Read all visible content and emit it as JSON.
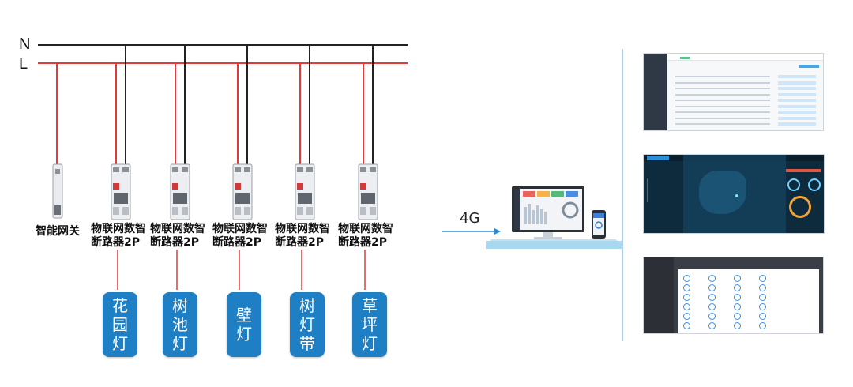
{
  "rails": {
    "n_label": "N",
    "l_label": "L",
    "n_color": "#222222",
    "l_color": "#e03a3a"
  },
  "devices": [
    {
      "label": "智能网关",
      "type": "gateway"
    },
    {
      "label": "物联网数智\n断路器2P",
      "type": "breaker"
    },
    {
      "label": "物联网数智\n断路器2P",
      "type": "breaker"
    },
    {
      "label": "物联网数智\n断路器2P",
      "type": "breaker"
    },
    {
      "label": "物联网数智\n断路器2P",
      "type": "breaker"
    },
    {
      "label": "物联网数智\n断路器2P",
      "type": "breaker"
    }
  ],
  "loads": [
    {
      "label": "花\n园\n灯"
    },
    {
      "label": "树\n池\n灯"
    },
    {
      "label": "壁\n灯"
    },
    {
      "label": "树\n灯\n带"
    },
    {
      "label": "草\n坪\n灯"
    }
  ],
  "link_label": "4G",
  "colors": {
    "load_fill": "#1f7fc4",
    "platform": "#bfe3f6",
    "accent": "#2a8fd6"
  },
  "screenshots": [
    {
      "name": "device-list-screenshot",
      "theme": "light"
    },
    {
      "name": "map-dashboard-screenshot",
      "theme": "dark"
    },
    {
      "name": "device-grid-screenshot",
      "theme": "light-panel"
    }
  ]
}
